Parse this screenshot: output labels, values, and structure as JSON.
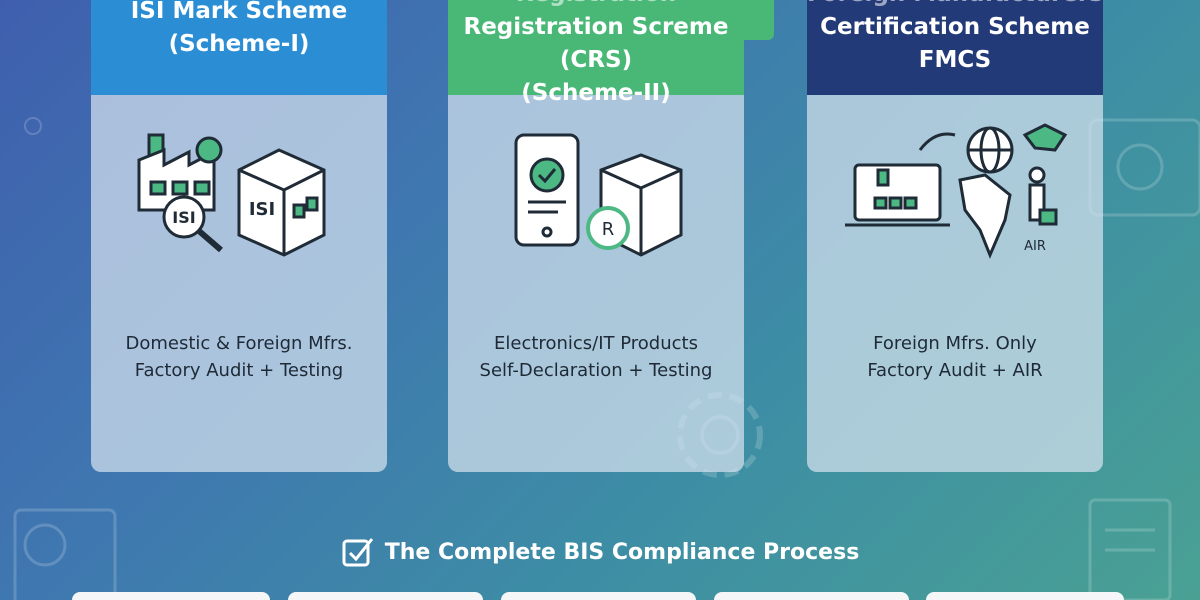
{
  "cards": [
    {
      "title_lines": [
        "ISI Mark Scheme",
        "(Scheme-I)"
      ],
      "desc_lines": [
        "Domestic & Foreign Mfrs.",
        "Factory Audit + Testing"
      ],
      "art_labels": [
        "ISI",
        "ISI"
      ]
    },
    {
      "title_lines": [
        "Compulsory Registration",
        "Registration Screme (CRS)",
        "(Scheme-II)"
      ],
      "desc_lines": [
        "Electronics/IT Products",
        "Self-Declaration + Testing"
      ],
      "art_labels": [
        "R"
      ]
    },
    {
      "title_lines": [
        "Foreign Manufacturers",
        "Certification Scheme",
        "FMCS"
      ],
      "desc_lines": [
        "Foreign Mfrs. Only",
        "Factory Audit + AIR"
      ],
      "art_labels": [
        "AIR"
      ]
    }
  ],
  "process": {
    "title": "The Complete BIS Compliance Process"
  },
  "colors": {
    "card1": "#2b8ed4",
    "card2": "#49b877",
    "card3": "#233a78"
  }
}
